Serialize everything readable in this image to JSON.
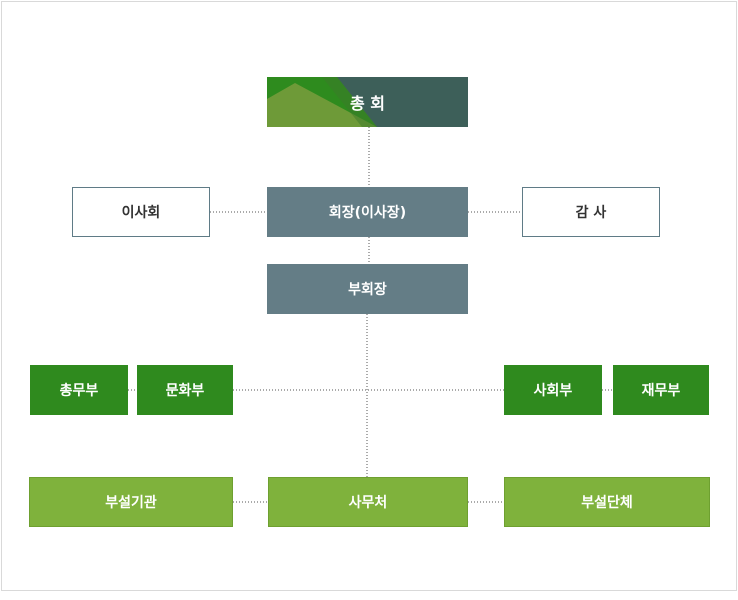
{
  "general_assembly": "총 회",
  "president": "회장(이사장)",
  "board": "이사회",
  "audit": "감 사",
  "vice_president": "부회장",
  "departments": {
    "general_affairs": "총무부",
    "culture": "문화부",
    "social": "사회부",
    "finance": "재무부"
  },
  "affiliated_institutions": "부설기관",
  "secretariat": "사무처",
  "affiliated_groups": "부설단체",
  "colors": {
    "slate": "#647d86",
    "dark_green": "#2f8a1e",
    "light_green": "#7fb23c",
    "top_dark": "#3d5f59"
  }
}
